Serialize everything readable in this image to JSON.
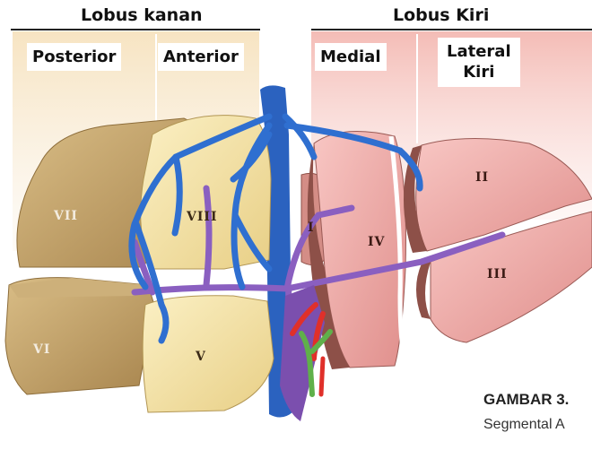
{
  "headers": {
    "right_lobe": "Lobus kanan",
    "left_lobe": "Lobus Kiri"
  },
  "sections": {
    "posterior": "Posterior",
    "anterior": "Anterior",
    "medial": "Medial",
    "lateral_line1": "Lateral",
    "lateral_line2": "Kiri"
  },
  "segments": {
    "s1": "I",
    "s2": "II",
    "s3": "III",
    "s4": "IV",
    "s5": "V",
    "s6": "VI",
    "s7": "VII",
    "s8": "VIII"
  },
  "caption": {
    "title": "GAMBAR 3.",
    "subtitle": "Segmental A"
  },
  "colors": {
    "right_panel": "#f5dfb6",
    "left_panel": "#f3b9b4",
    "right_segment": "#f2e3a4",
    "right_segment_dark": "#c5a46b",
    "left_segment": "#f0a9a6",
    "left_segment_dark": "#a86b62",
    "portal_vein": "#8a5fc0",
    "hepatic_vein": "#2f6fd0",
    "artery": "#e0302a",
    "bile_duct": "#5fb04a"
  }
}
